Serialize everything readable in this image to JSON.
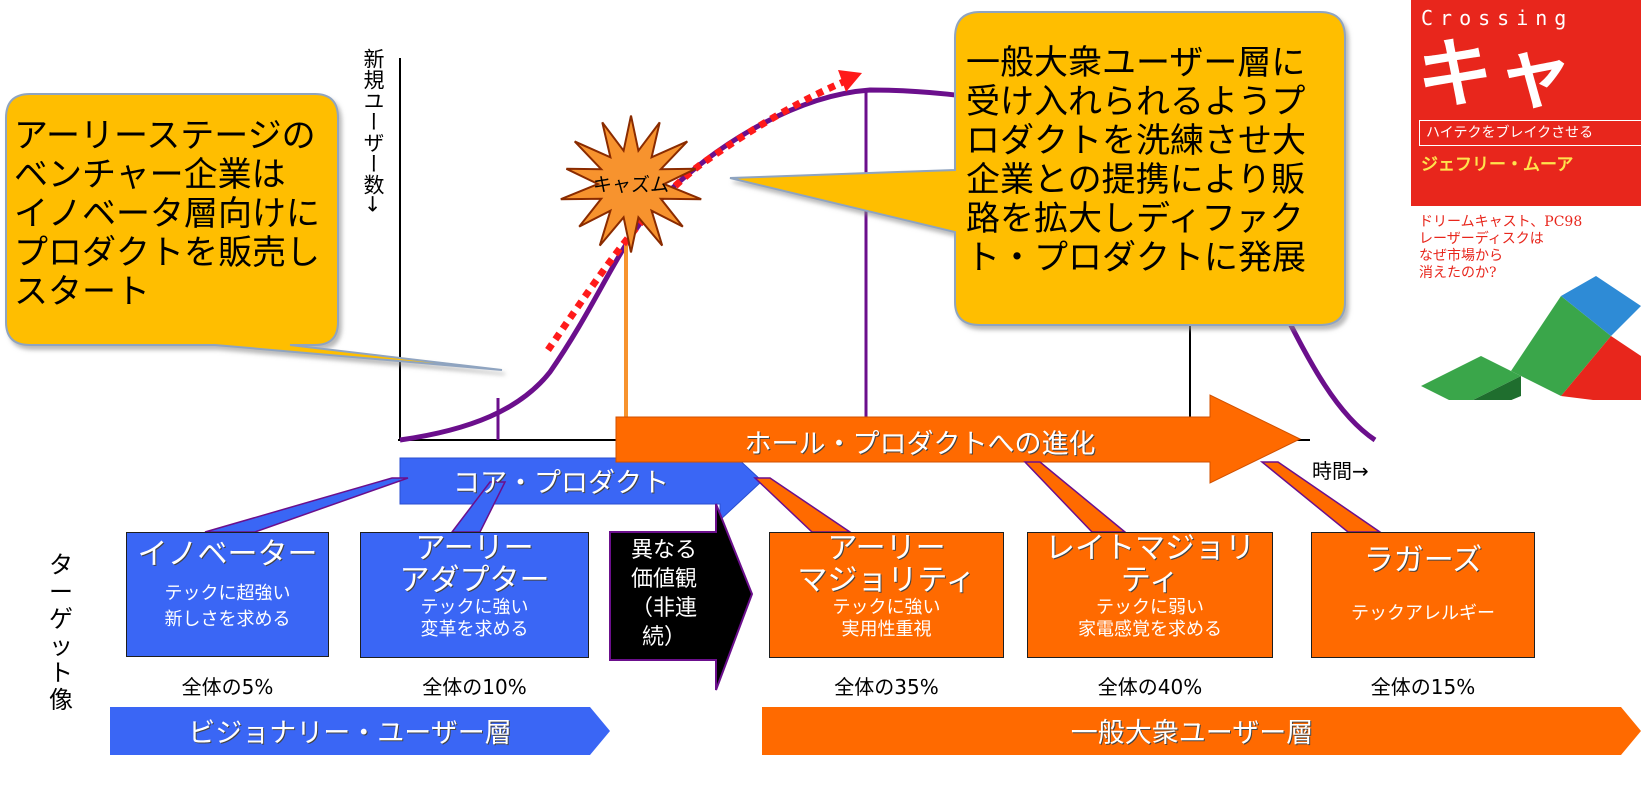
{
  "axes": {
    "y_label": "新規ユーザー数→",
    "x_label": "時間→"
  },
  "callouts": {
    "left": [
      "アーリーステージの",
      "ベンチャー企業は",
      "イノベータ層向けに",
      "プロダクトを販売し",
      "スタート"
    ],
    "right": [
      "一般大衆ユーザー層に",
      "受け入れられるようプ",
      "ロダクトを洗練させ大",
      "企業との提携により販",
      "路を拡大しディファク",
      "ト・プロダクトに発展"
    ]
  },
  "chasm": {
    "label": "キャズム",
    "color": "#f7932e"
  },
  "arrows": {
    "core_product": "コア・プロダクト",
    "whole_product": "ホール・プロダクトへの進化"
  },
  "target_label": [
    "タ",
    "ー",
    "ゲ",
    "ッ",
    "ト",
    "像"
  ],
  "segments": [
    {
      "name_lines": [
        "イノベーター"
      ],
      "desc_lines": [
        "テックに超強い",
        "新しさを求める"
      ],
      "share": "全体の5%"
    },
    {
      "name_lines": [
        "アーリー",
        "アダプター"
      ],
      "desc_lines": [
        "テックに強い",
        "変革を求める"
      ],
      "share": "全体の10%"
    },
    {
      "name_lines": [
        "アーリー",
        "マジョリティ"
      ],
      "desc_lines": [
        "テックに強い",
        "実用性重視"
      ],
      "share": "全体の35%"
    },
    {
      "name_lines": [
        "レイトマジョリ",
        "ティ"
      ],
      "desc_lines": [
        "テックに弱い",
        "家電感覚を求める"
      ],
      "share": "全体の40%"
    },
    {
      "name_lines": [
        "ラガーズ"
      ],
      "desc_lines": [
        "テックアレルギー"
      ],
      "share": "全体の15%"
    }
  ],
  "gap": {
    "lines": [
      "異なる",
      "価値観",
      "（非連",
      "続）"
    ]
  },
  "banners": {
    "visionary": "ビジョナリー・ユーザー層",
    "mass": "一般大衆ユーザー層"
  },
  "book": {
    "title_en": "Crossing",
    "title_ja": "キャ",
    "subtitle": "ハイテクをブレイクさせる",
    "author": "ジェフリー・ムーア",
    "blurb_lines": [
      "ドリームキャスト、PC98",
      "レーザーディスクは",
      "なぜ市場から",
      "消えたのか?"
    ]
  },
  "colors": {
    "blue": "#3a66f5",
    "orange": "#ff6a00",
    "callout": "#ffbe00",
    "curve": "#6b0f8c",
    "dotted": "#ff1a1a",
    "book_red": "#e8261c"
  }
}
